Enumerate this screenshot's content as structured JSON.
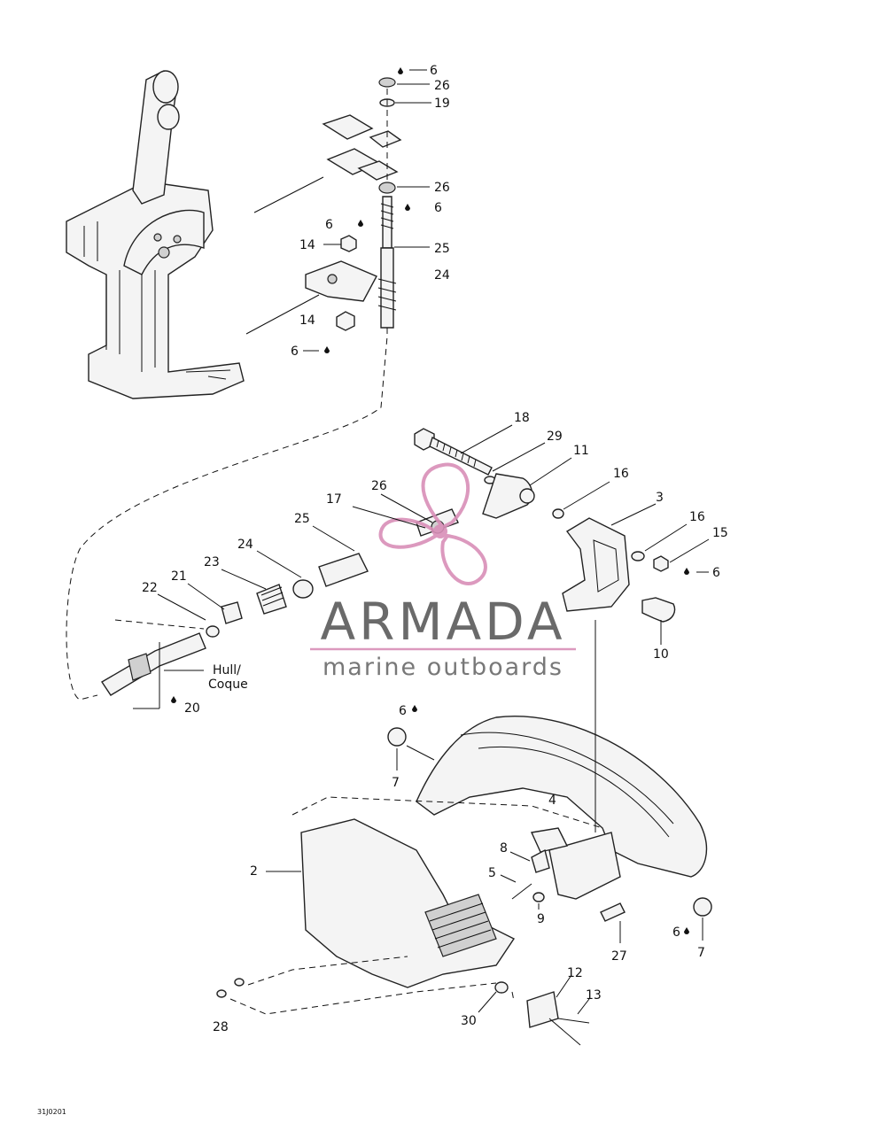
{
  "diagram": {
    "drawing_code": "31J0201",
    "hull_label": "Hull/\nCoque",
    "callouts": [
      {
        "id": "c-6a",
        "text": "6"
      },
      {
        "id": "c-26a",
        "text": "26"
      },
      {
        "id": "c-19",
        "text": "19"
      },
      {
        "id": "c-26b",
        "text": "26"
      },
      {
        "id": "c-6b",
        "text": "6"
      },
      {
        "id": "c-6c",
        "text": "6"
      },
      {
        "id": "c-14a",
        "text": "14"
      },
      {
        "id": "c-25a",
        "text": "25"
      },
      {
        "id": "c-24a",
        "text": "24"
      },
      {
        "id": "c-14b",
        "text": "14"
      },
      {
        "id": "c-6d",
        "text": "6"
      },
      {
        "id": "c-18",
        "text": "18"
      },
      {
        "id": "c-29",
        "text": "29"
      },
      {
        "id": "c-11",
        "text": "11"
      },
      {
        "id": "c-26c",
        "text": "26"
      },
      {
        "id": "c-16a",
        "text": "16"
      },
      {
        "id": "c-3",
        "text": "3"
      },
      {
        "id": "c-17",
        "text": "17"
      },
      {
        "id": "c-16b",
        "text": "16"
      },
      {
        "id": "c-15",
        "text": "15"
      },
      {
        "id": "c-25b",
        "text": "25"
      },
      {
        "id": "c-6e",
        "text": "6"
      },
      {
        "id": "c-24b",
        "text": "24"
      },
      {
        "id": "c-23",
        "text": "23"
      },
      {
        "id": "c-21",
        "text": "21"
      },
      {
        "id": "c-22",
        "text": "22"
      },
      {
        "id": "c-10",
        "text": "10"
      },
      {
        "id": "c-20",
        "text": "20"
      },
      {
        "id": "c-6f",
        "text": "6"
      },
      {
        "id": "c-7a",
        "text": "7"
      },
      {
        "id": "c-4",
        "text": "4"
      },
      {
        "id": "c-8",
        "text": "8"
      },
      {
        "id": "c-2",
        "text": "2"
      },
      {
        "id": "c-5",
        "text": "5"
      },
      {
        "id": "c-9",
        "text": "9"
      },
      {
        "id": "c-6g",
        "text": "6"
      },
      {
        "id": "c-7b",
        "text": "7"
      },
      {
        "id": "c-27",
        "text": "27"
      },
      {
        "id": "c-12",
        "text": "12"
      },
      {
        "id": "c-13",
        "text": "13"
      },
      {
        "id": "c-30",
        "text": "30"
      },
      {
        "id": "c-28",
        "text": "28"
      }
    ]
  },
  "watermark": {
    "brand": "ARMADA",
    "tagline": "marine outboards",
    "accent_color": "#d98fb8",
    "text_color": "#5a5a5a"
  }
}
